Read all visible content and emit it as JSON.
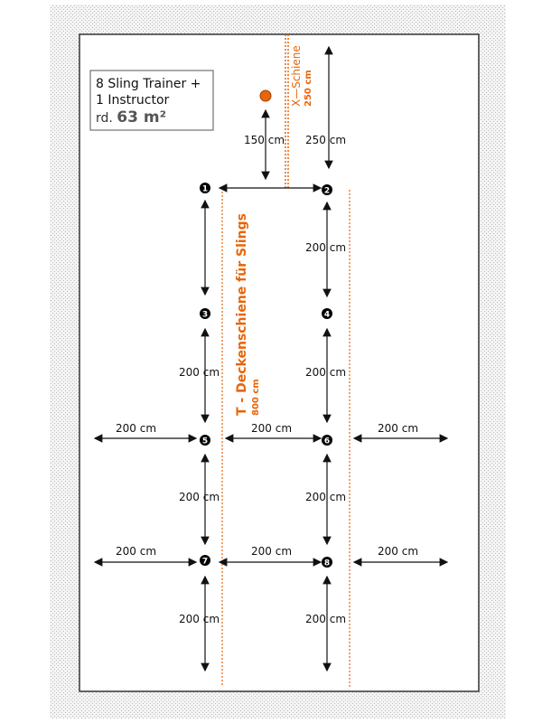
{
  "info_box": {
    "line1": "8 Sling Trainer +",
    "line2": "1 Instructor",
    "line3_prefix": "rd. ",
    "line3_value": "63 m²"
  },
  "x_rail": {
    "label": "X—Schiene",
    "length": "250 cm"
  },
  "t_rail": {
    "label": "T - Deckenschiene für Slings",
    "length": "800 cm"
  },
  "nodes": [
    "1",
    "2",
    "3",
    "4",
    "5",
    "6",
    "7",
    "8"
  ],
  "dimensions": {
    "instructor_to_row1": "150 cm",
    "wall_to_row1": "250 cm",
    "col2_1_3": "200 cm",
    "col1_3_5": "200 cm",
    "col2_3_5": "200 cm",
    "row5_left": "200 cm",
    "row5_mid": "200 cm",
    "row5_right": "200 cm",
    "col1_5_7": "200 cm",
    "col2_5_7": "200 cm",
    "row7_left": "200 cm",
    "row7_mid": "200 cm",
    "row7_right": "200 cm",
    "col1_bottom": "200 cm",
    "col2_bottom": "200 cm"
  },
  "colors": {
    "accent": "#e8650a",
    "line": "#111111"
  }
}
